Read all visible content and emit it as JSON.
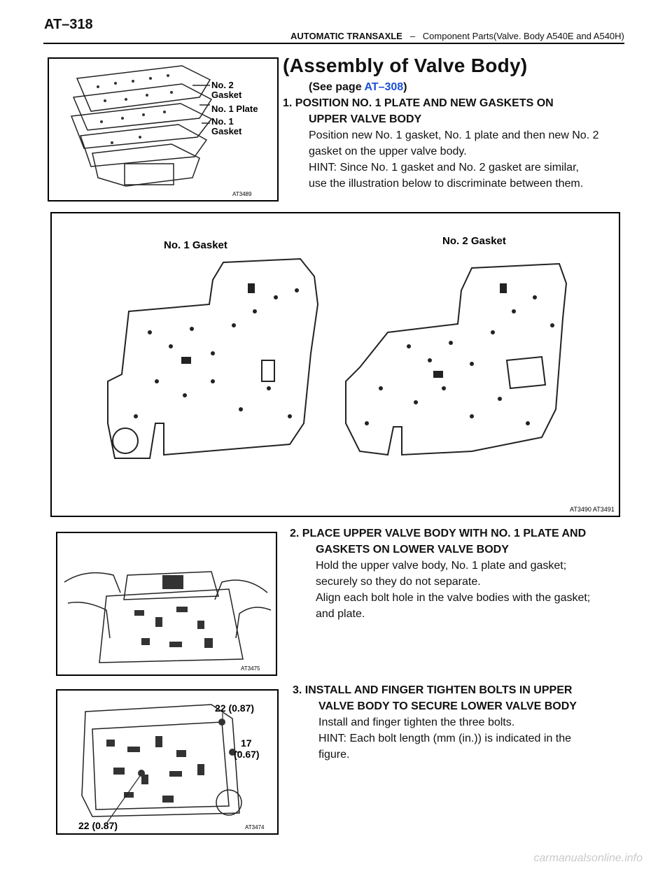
{
  "header": {
    "page_number": "AT–318",
    "section": "AUTOMATIC TRANSAXLE",
    "separator": "–",
    "subsection": "Component Parts(Valve. Body  A540E and A540H)"
  },
  "title": "(Assembly of Valve Body)",
  "see_page": {
    "prefix": "(See page ",
    "link": "AT–308",
    "suffix": ")"
  },
  "step1": {
    "heading_line1": "1. POSITION NO. 1 PLATE AND NEW GASKETS ON",
    "heading_line2": "UPPER VALVE BODY",
    "line1": "Position new No. 1 gasket, No. 1 plate and then new No. 2",
    "line2": "gasket on the upper valve body.",
    "line3": "HINT: Since No. 1 gasket and No. 2 gasket are similar,",
    "line4": "use the illustration below to discriminate between them."
  },
  "fig1": {
    "label_no2_gasket_a": "No. 2",
    "label_no2_gasket_b": "Gasket",
    "label_no1_plate": "No. 1 Plate",
    "label_no1_gasket_a": "No. 1",
    "label_no1_gasket_b": "Gasket",
    "code": "AT3489"
  },
  "fig2": {
    "label_left": "No. 1 Gasket",
    "label_right": "No. 2 Gasket",
    "code": "AT3490 AT3491"
  },
  "step2": {
    "heading_line1": "2. PLACE UPPER VALVE BODY WITH NO. 1 PLATE AND",
    "heading_line2": "GASKETS ON LOWER VALVE BODY",
    "line1": "Hold the upper valve body, No. 1 plate and gasket;",
    "line2": "securely so they do not separate.",
    "line3": "Align each bolt hole in the valve bodies with the gasket;",
    "line4": "and plate."
  },
  "fig3": {
    "code": "AT3475"
  },
  "step3": {
    "heading_line1": "3. INSTALL AND FINGER TIGHTEN BOLTS IN UPPER",
    "heading_line2": "VALVE BODY TO SECURE LOWER VALVE BODY",
    "line1": "Install and finger tighten the three bolts.",
    "line2": "HINT: Each bolt length (mm (in.)) is indicated in the",
    "line3": "figure."
  },
  "fig4": {
    "bolt_top": "22 (0.87)",
    "bolt_mid_a": "17",
    "bolt_mid_b": "(0.67)",
    "bolt_bottom": "22 (0.87)",
    "code": "AT3474"
  },
  "footer": "carmanualsonline.info"
}
